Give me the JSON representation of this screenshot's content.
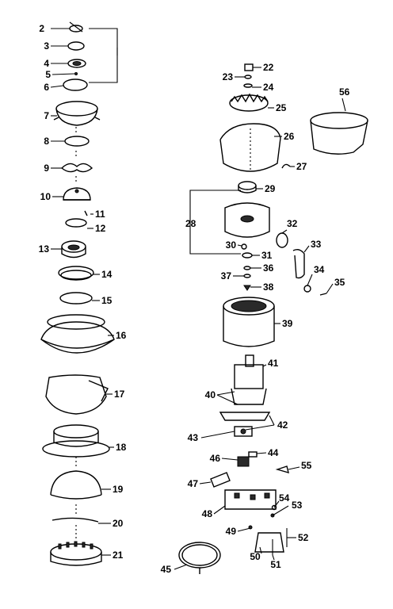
{
  "diagram": {
    "part_numbers": [
      "2",
      "3",
      "4",
      "5",
      "6",
      "7",
      "8",
      "9",
      "10",
      "11",
      "12",
      "13",
      "14",
      "15",
      "16",
      "17",
      "18",
      "19",
      "20",
      "21",
      "22",
      "23",
      "24",
      "25",
      "26",
      "27",
      "28",
      "29",
      "30",
      "31",
      "32",
      "33",
      "34",
      "35",
      "36",
      "37",
      "38",
      "39",
      "40",
      "41",
      "42",
      "43",
      "44",
      "45",
      "46",
      "47",
      "48",
      "49",
      "50",
      "51",
      "52",
      "53",
      "54",
      "55",
      "56"
    ]
  }
}
